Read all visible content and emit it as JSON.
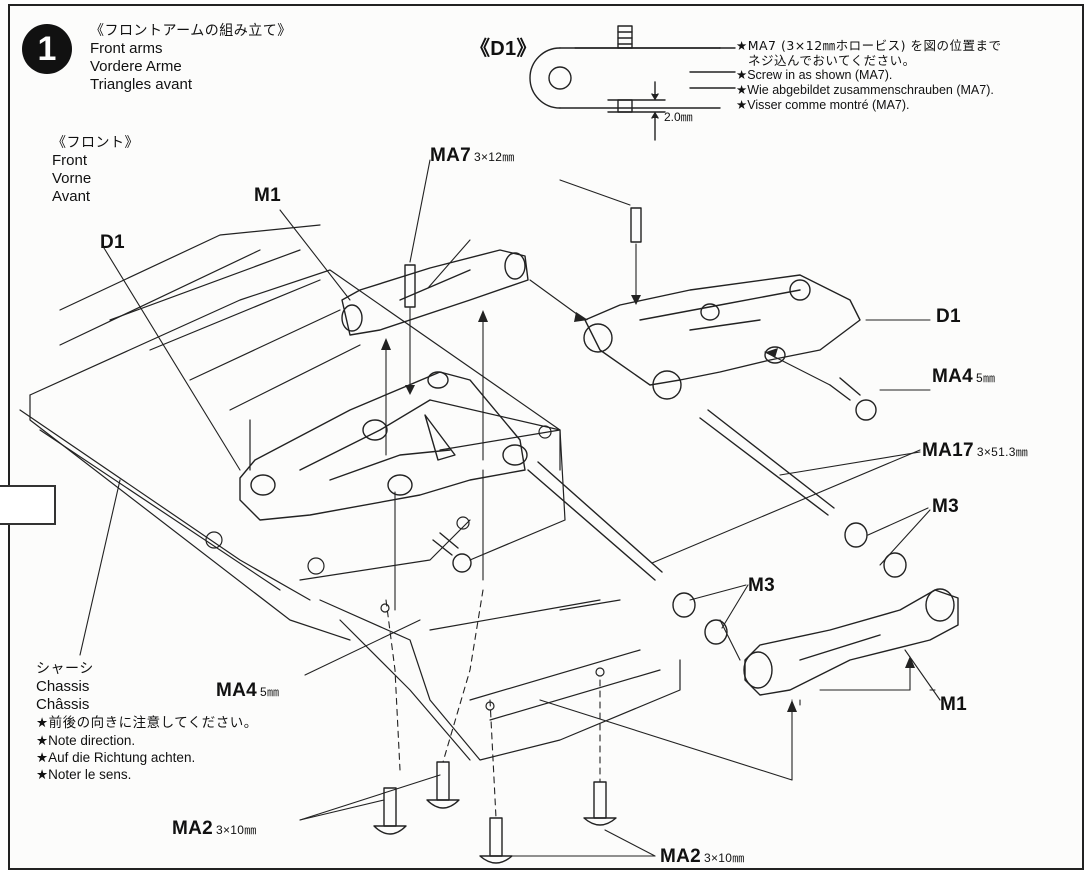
{
  "step": {
    "number": "1",
    "title_jp": "《フロントアームの組み立て》",
    "title_en": "Front arms",
    "title_de": "Vordere Arme",
    "title_fr": "Triangles avant"
  },
  "front_section": {
    "title_jp": "《フロント》",
    "en": "Front",
    "de": "Vorne",
    "fr": "Avant"
  },
  "detail_inset": {
    "title": "《D1》",
    "dimension": "2.0㎜",
    "notes": [
      "★MA7 (3×12㎜ホロービス) を図の位置まで",
      "ネジ込んでおいてください。",
      "★Screw in as shown (MA7).",
      "★Wie abgebildet zusammenschrauben (MA7).",
      "★Visser comme montré (MA7)."
    ]
  },
  "part_labels": {
    "ma7": {
      "name": "MA7",
      "size": "3×12㎜"
    },
    "m1_top": {
      "name": "M1"
    },
    "d1_left": {
      "name": "D1"
    },
    "d1_right": {
      "name": "D1"
    },
    "ma4_right": {
      "name": "MA4",
      "size": "5㎜"
    },
    "ma17": {
      "name": "MA17",
      "size": "3×51.3㎜"
    },
    "m3_right": {
      "name": "M3"
    },
    "m3_mid": {
      "name": "M3"
    },
    "m1_bottom": {
      "name": "M1"
    },
    "ma4_left": {
      "name": "MA4",
      "size": "5㎜"
    },
    "ma2_left": {
      "name": "MA2",
      "size": "3×10㎜"
    },
    "ma2_right": {
      "name": "MA2",
      "size": "3×10㎜"
    }
  },
  "chassis_note": {
    "jp": "シャーシ",
    "en": "Chassis",
    "fr": "Châssis",
    "notes": [
      "★前後の向きに注意してください。",
      "★Note direction.",
      "★Auf die Richtung achten.",
      "★Noter le sens."
    ]
  },
  "colors": {
    "ink": "#111111",
    "paper": "#fcfcfb"
  }
}
